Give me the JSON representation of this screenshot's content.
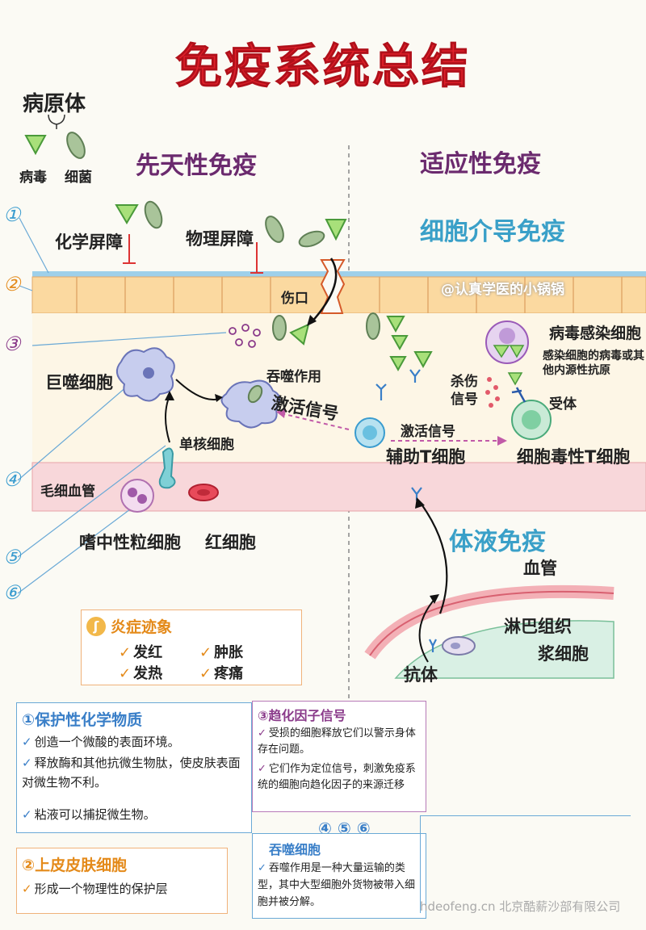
{
  "title": "免疫系统总结",
  "pathogen": {
    "label": "病原体",
    "virus": "病毒",
    "bacteria": "细菌"
  },
  "innate": {
    "header": "先天性免疫",
    "chemical_barrier": "化学屏障",
    "physical_barrier": "物理屏障",
    "wound": "伤口",
    "macrophage": "巨噬细胞",
    "phagocytosis": "吞噬作用",
    "activation_signal": "激活信号",
    "monocyte": "单核细胞",
    "capillary": "毛细血管",
    "neutrophil": "嗜中性粒细胞",
    "red_blood_cell": "红细胞"
  },
  "adaptive": {
    "header": "适应性免疫",
    "cell_mediated": "细胞介导免疫",
    "watermark": "@认真学医的小锅锅",
    "infected_cell": "病毒感染细胞",
    "infected_antigen": "感染细胞的病毒或其他内源性抗原",
    "kill_signal": "杀伤信号",
    "receptor": "受体",
    "activation_signal": "激活信号",
    "helper_t": "辅助T细胞",
    "cytotoxic_t": "细胞毒性T细胞",
    "humoral": "体液免疫",
    "blood_vessel": "血管",
    "lymph_tissue": "淋巴组织",
    "plasma_cell": "浆细胞",
    "antibody": "抗体"
  },
  "markers": [
    "①",
    "②",
    "③",
    "④",
    "⑤",
    "⑥"
  ],
  "inflammation": {
    "title": "炎症迹象",
    "signs": [
      "发红",
      "肿胀",
      "发热",
      "疼痛"
    ]
  },
  "box1": {
    "title": "①保护性化学物质",
    "lines": [
      "创造一个微酸的表面环境。",
      "释放酶和其他抗微生物肽，使皮肤表面对微生物不利。",
      "粘液可以捕捉微生物。"
    ]
  },
  "box2": {
    "title": "②上皮皮肤细胞",
    "lines": [
      "形成一个物理性的保护层"
    ]
  },
  "box3": {
    "title": "③趋化因子信号",
    "lines": [
      "受损的细胞释放它们以警示身体存在问题。",
      "它们作为定位信号，刺激免疫系统的细胞向趋化因子的来源迁移"
    ]
  },
  "box4": {
    "numbers": "④ ⑤ ⑥",
    "title": "吞噬细胞",
    "lines": [
      "吞噬作用是一种大量运输的类型，其中大型细胞外货物被带入细胞并被分解。"
    ]
  },
  "footer_watermark": "hdeofeng.cn 北京酷薪沙部有限公司",
  "colors": {
    "title": "#e0202a",
    "innate_header": "#6b2a6e",
    "adaptive_header": "#3aa0c8",
    "accent_orange": "#e48a1a"
  }
}
